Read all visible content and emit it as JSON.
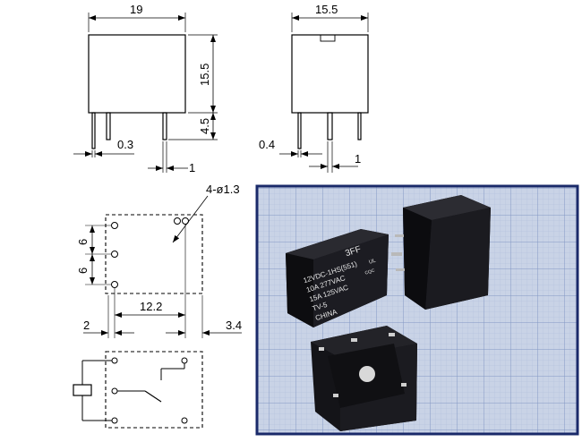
{
  "dimensions": {
    "front_width": "19",
    "side_width": "15.5",
    "height": "15.5",
    "pin_length": "4.5",
    "front_pin_thickness": "0.3",
    "front_pin_width": "1",
    "side_pin_thickness": "0.4",
    "side_pin_width": "1",
    "pin_holes": "4-ø1.3",
    "pitch_upper": "6",
    "pitch_lower": "6",
    "row_spacing": "12.2",
    "left_offset": "2",
    "right_offset": "3.4"
  },
  "photo": {
    "relay_brand": "3FF",
    "marking_lines": [
      "12VDC-1HS(551)",
      "10A  277VAC",
      "15A  125VAC",
      "TV-5",
      "CHINA"
    ],
    "cert_marks": [
      "UL",
      "CQC"
    ],
    "colors": {
      "grid_bg": "#c9d3e6",
      "grid_line": "#9fb0d3",
      "relay_body": "#1a1a1e",
      "border": "#1a2a6a"
    }
  }
}
